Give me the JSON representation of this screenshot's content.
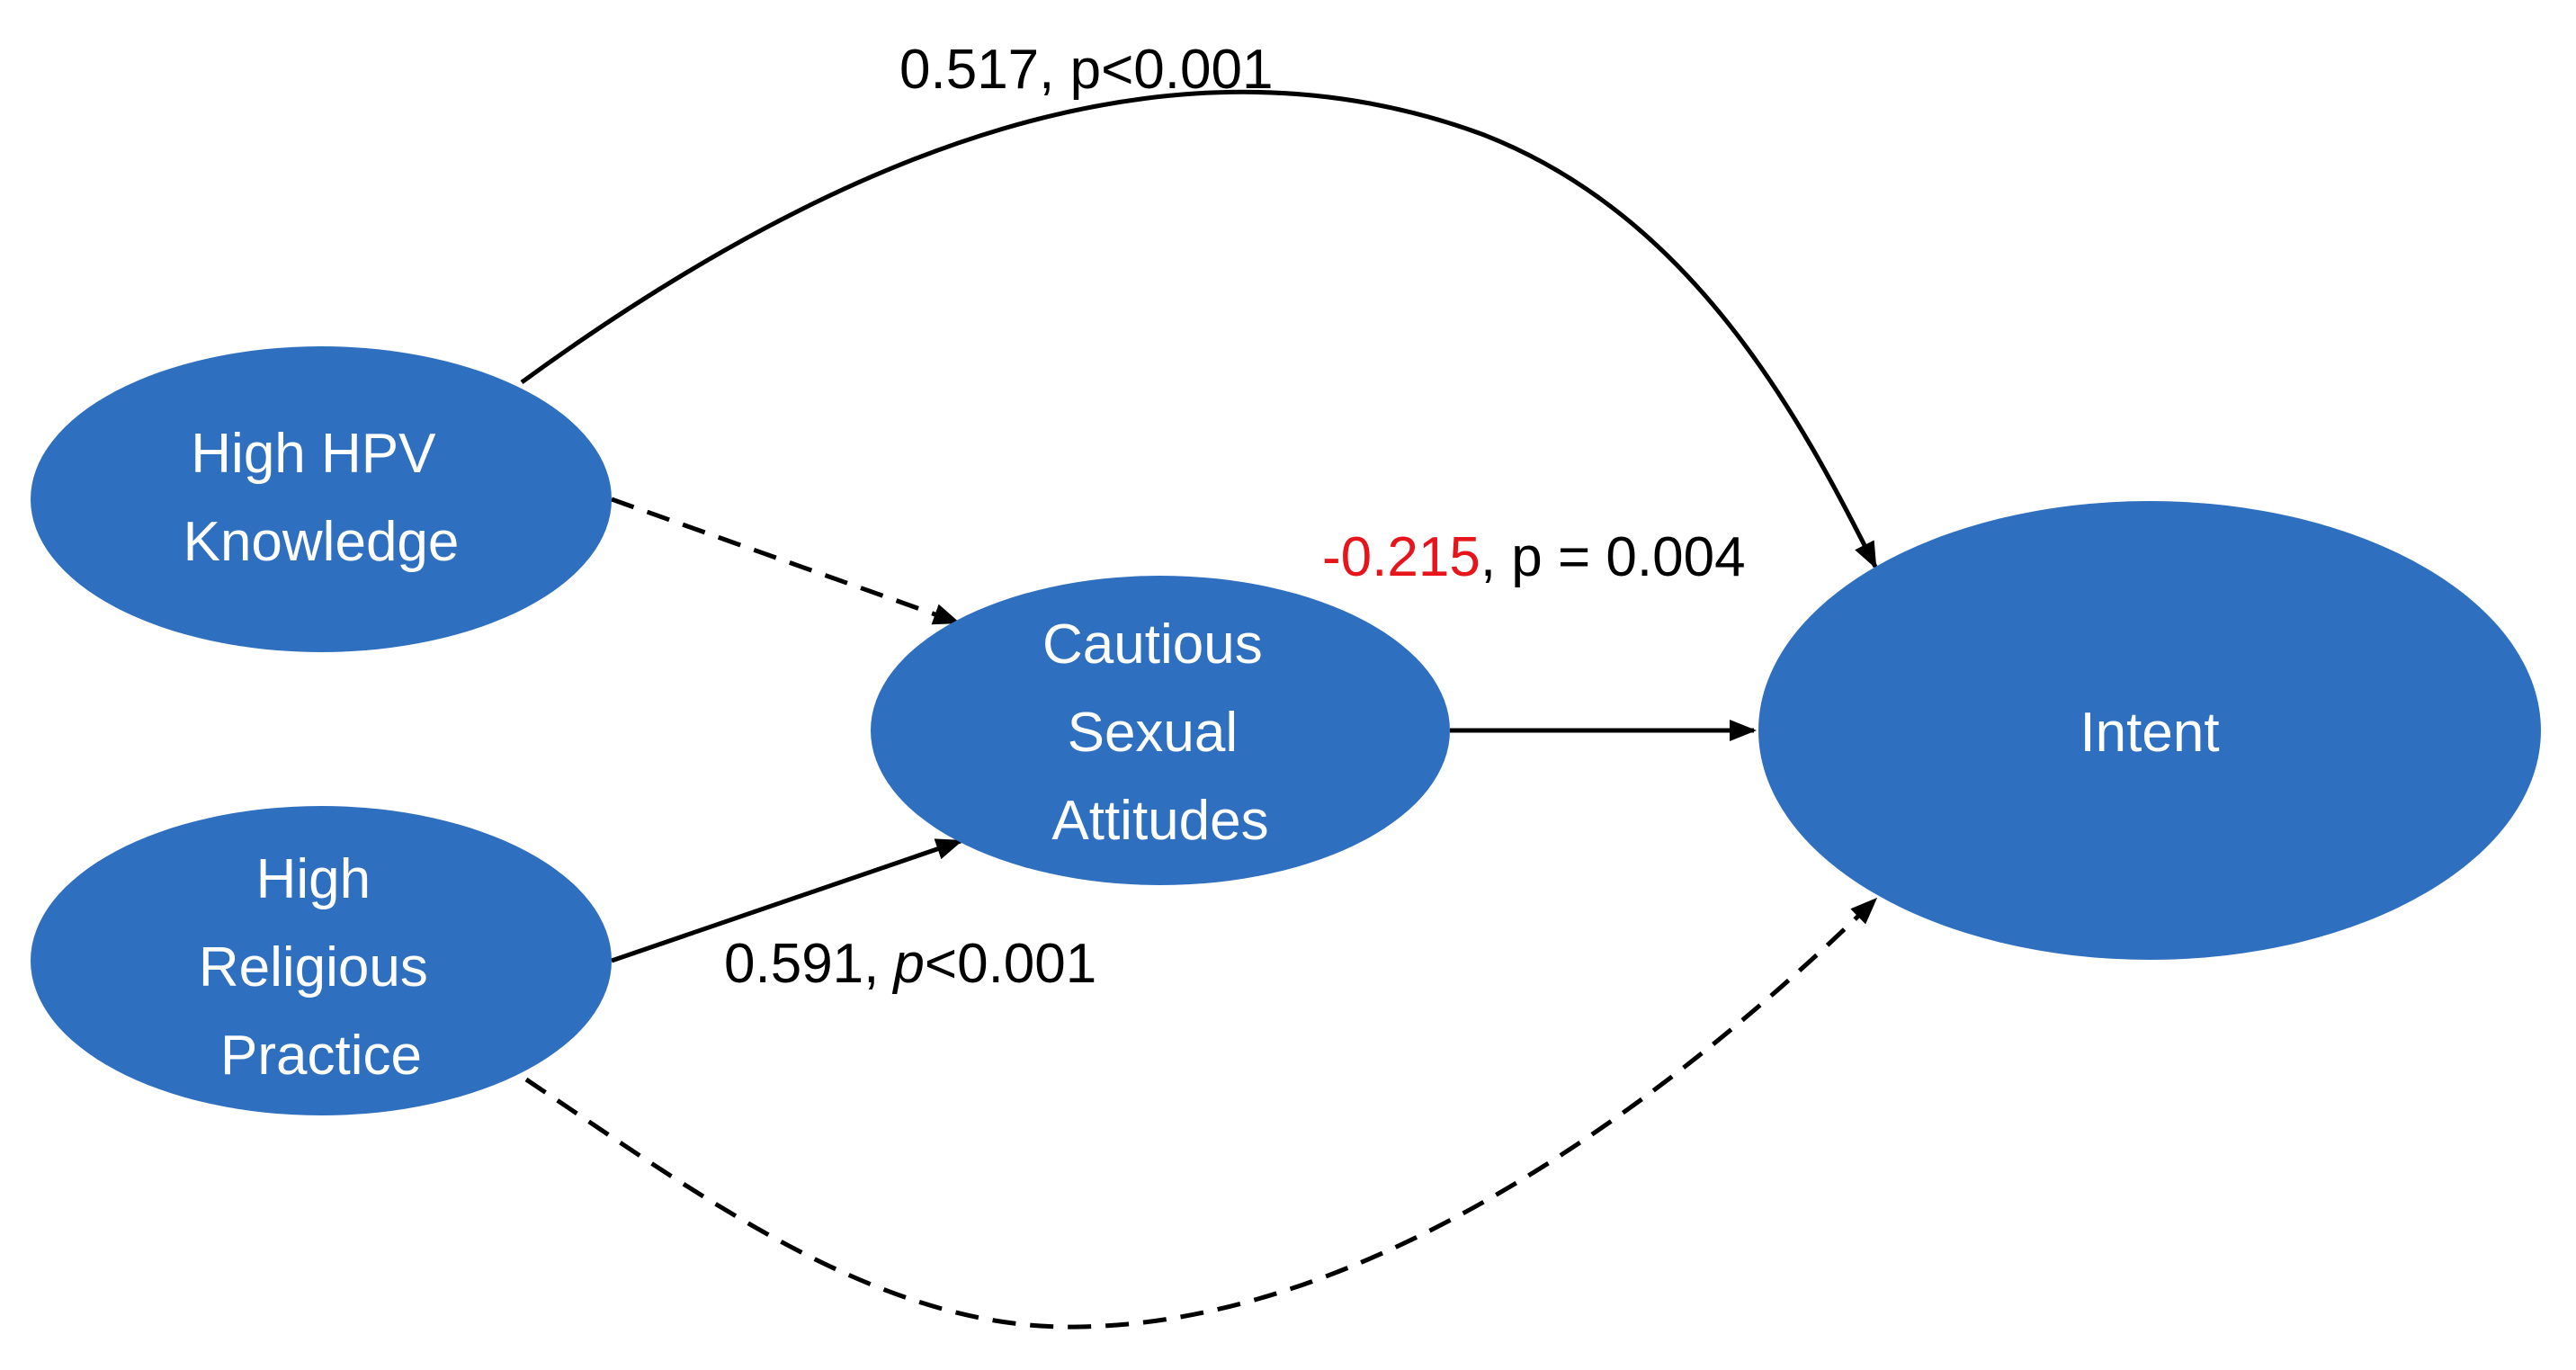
{
  "colors": {
    "node_fill": "#2f6fbf",
    "node_text": "#ffffff",
    "edge": "#000000",
    "negative_coefficient": "#e8141c"
  },
  "nodes": {
    "knowledge": {
      "lines": [
        "High HPV",
        "Knowledge"
      ]
    },
    "religious": {
      "lines": [
        "High",
        "Religious",
        "Practice"
      ]
    },
    "attitudes": {
      "lines": [
        "Cautious",
        "Sexual",
        "Attitudes"
      ]
    },
    "intent": {
      "lines": [
        "Intent"
      ]
    }
  },
  "edges": {
    "knowledge_to_intent": {
      "style": "solid",
      "coefficient": "0.517",
      "p_text": ", p<0.001"
    },
    "knowledge_to_attitudes": {
      "style": "dashed"
    },
    "religious_to_attitudes": {
      "style": "solid",
      "coefficient": "0.591,",
      "p_symbol": "p",
      "p_text": "<0.001"
    },
    "attitudes_to_intent": {
      "style": "solid",
      "coefficient": "-0.215",
      "p_text": ", p = 0.004"
    },
    "religious_to_intent": {
      "style": "dashed"
    }
  }
}
